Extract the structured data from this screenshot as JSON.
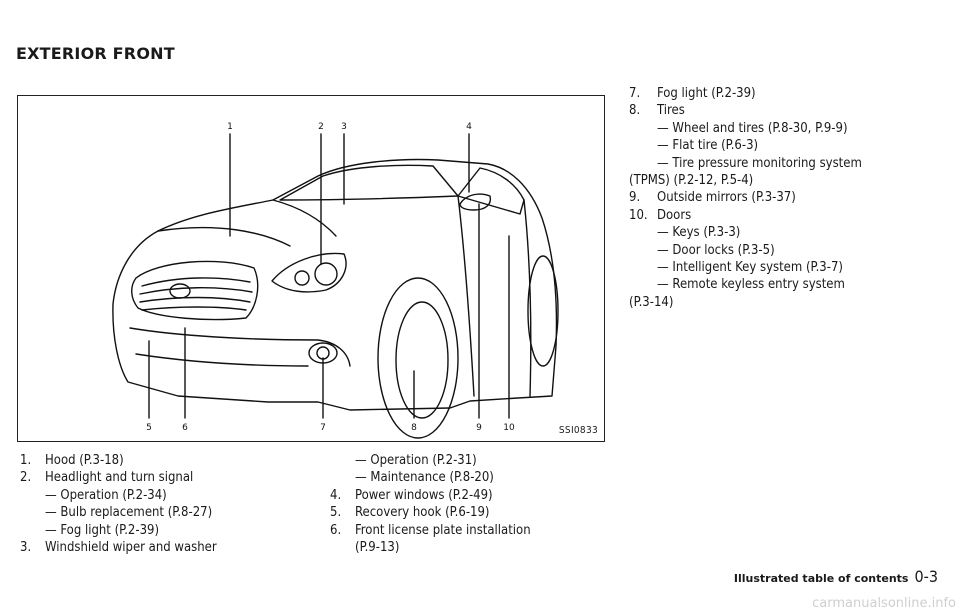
{
  "heading": "EXTERIOR FRONT",
  "figure": {
    "id": "SSI0833",
    "callouts": [
      "1",
      "2",
      "3",
      "4",
      "5",
      "6",
      "7",
      "8",
      "9",
      "10"
    ]
  },
  "column1": [
    {
      "num": "1.",
      "text": "Hood (P.3-18)"
    },
    {
      "num": "2.",
      "text": "Headlight and turn signal"
    },
    {
      "sub": "— Operation (P.2-34)"
    },
    {
      "sub": "— Bulb replacement (P.8-27)"
    },
    {
      "sub": "— Fog light (P.2-39)"
    },
    {
      "num": "3.",
      "text": "Windshield wiper and washer"
    }
  ],
  "column2": [
    {
      "sub": "— Operation (P.2-31)"
    },
    {
      "sub": "— Maintenance (P.8-20)"
    },
    {
      "num": "4.",
      "text": "Power windows (P.2-49)"
    },
    {
      "num": "5.",
      "text": "Recovery hook (P.6-19)"
    },
    {
      "num": "6.",
      "text": "Front license plate installation"
    },
    {
      "sub": "(P.9-13)"
    }
  ],
  "column3": [
    {
      "num": "7.",
      "text": "Fog light (P.2-39)"
    },
    {
      "num": "8.",
      "text": "Tires"
    },
    {
      "sub": "— Wheel and tires (P.8-30, P.9-9)"
    },
    {
      "sub": "— Flat tire (P.6-3)"
    },
    {
      "sub": "— Tire pressure monitoring system"
    },
    {
      "wrap": "(TPMS) (P.2-12, P.5-4)"
    },
    {
      "num": "9.",
      "text": "Outside mirrors (P.3-37)"
    },
    {
      "num": "10.",
      "text": "Doors"
    },
    {
      "sub": "— Keys (P.3-3)"
    },
    {
      "sub": "— Door locks (P.3-5)"
    },
    {
      "sub": "— Intelligent Key system (P.3-7)"
    },
    {
      "sub": "— Remote keyless entry system"
    },
    {
      "wrap": "(P.3-14)"
    }
  ],
  "footer": {
    "label": "Illustrated table of contents",
    "page": "0-3"
  },
  "watermark": "carmanualsonline.info"
}
